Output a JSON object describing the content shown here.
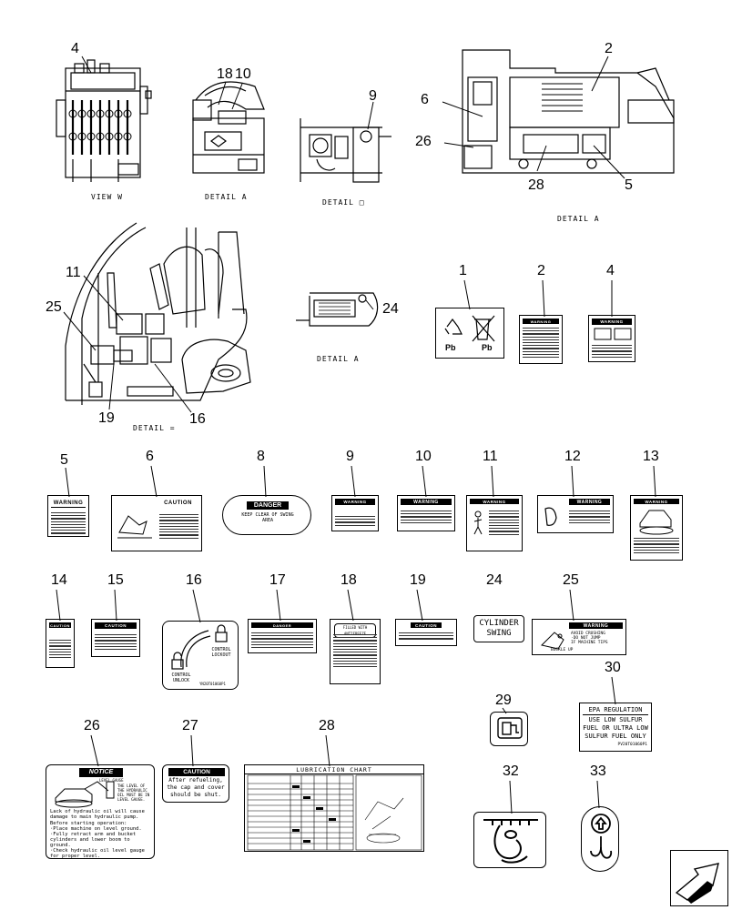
{
  "callouts": {
    "c4a": "4",
    "c18": "18",
    "c10a": "10",
    "c9a": "9",
    "c6a": "6",
    "c2a": "2",
    "c26a": "26",
    "c28a": "28",
    "c5a": "5",
    "c11a": "11",
    "c25a": "25",
    "c19a": "19",
    "c16a": "16",
    "c24a": "24"
  },
  "captions": {
    "view_w": "VIEW W",
    "detail_a1": "DETAIL A",
    "detail_b": "DETAIL □",
    "detail_a2": "DETAIL A",
    "detail_a3": "DETAIL A",
    "detail_eq": "DETAIL ="
  },
  "parts": {
    "p1": "1",
    "p2": "2",
    "p4": "4",
    "p5": "5",
    "p6": "6",
    "p8": "8",
    "p9": "9",
    "p10": "10",
    "p11": "11",
    "p12": "12",
    "p13": "13",
    "p14": "14",
    "p15": "15",
    "p16": "16",
    "p17": "17",
    "p18": "18",
    "p19": "19",
    "p24": "24",
    "p25": "25",
    "p26": "26",
    "p27": "27",
    "p28": "28",
    "p29": "29",
    "p30": "30",
    "p32": "32",
    "p33": "33"
  },
  "decals": {
    "d1_pb1": "Pb",
    "d1_pb2": "Pb",
    "warning": "WARNING",
    "caution": "CAUTION",
    "danger": "DANGER",
    "d8_text": "KEEP CLEAR OF SWING AREA",
    "d16_lock": "CONTROL LOCKOUT",
    "d16_unlock": "CONTROL UNLOCK",
    "d16_code": "YN20T01060P1",
    "d24_line1": "CYLINDER",
    "d24_line2": "SWING",
    "d25_line1": "AVOID CRUSHING",
    "d25_line2": "·DO NOT JUMP",
    "d25_line3": "IF MACHINE TIPS",
    "d25_line4": "BUCKLE UP",
    "d26_title": "NOTICE",
    "d26_level": "LEVEL GAUGE",
    "d26_side": "THE LEVEL OF THE HYDRAULIC OIL MUST BE IN LEVEL GAUGE.",
    "d26_body1": "Lack of hydraulic oil will cause",
    "d26_body2": "damage to main hydraulic pump.",
    "d26_body3": "Before starting operation:",
    "d26_body4": "·Place machine on level ground.",
    "d26_body5": "·Fully retract arm and bucket",
    "d26_body6": "cylinders and lower boom to",
    "d26_body7": "ground.",
    "d26_body8": "·Check hydraulic oil level gauge",
    "d26_body9": "for proper level.",
    "d27_line1": "After refueling,",
    "d27_line2": "the cap and cover",
    "d27_line3": "should be shut.",
    "d28_title": "LUBRICATION CHART",
    "d30_title": "EPA REGULATION",
    "d30_line1": "USE LOW SULFUR",
    "d30_line2": "FUEL OR ULTRA LOW",
    "d30_line3": "SULFUR FUEL ONLY",
    "d30_code": "PV20T01060P1",
    "d18_title": "FILLED WITH ANTIFREEZE"
  }
}
